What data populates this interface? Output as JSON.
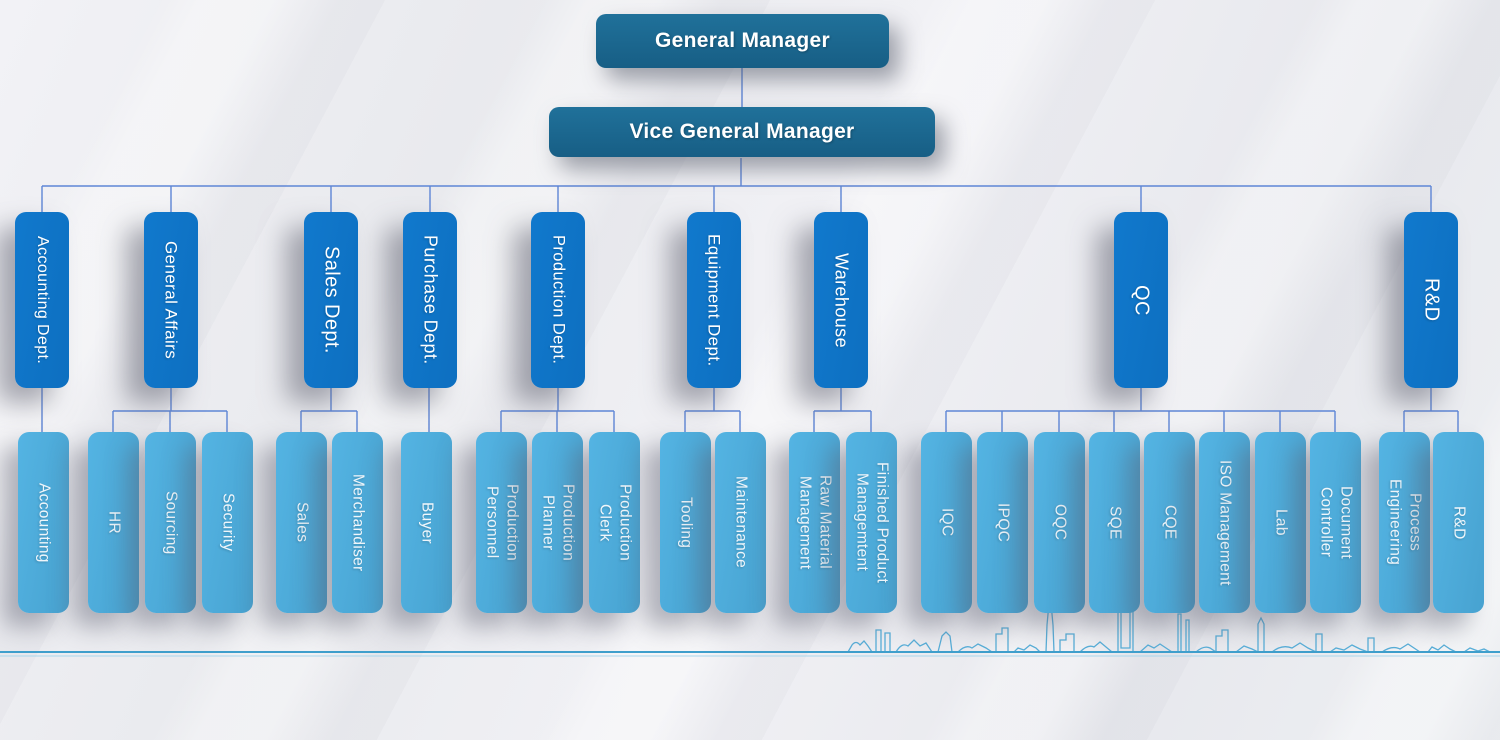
{
  "org": {
    "general_manager": {
      "label": "General Manager"
    },
    "vice_general_manager": {
      "label": "Vice General Manager"
    },
    "departments": [
      {
        "label": "Accounting Dept.",
        "children": [
          {
            "label": "Accounting"
          }
        ]
      },
      {
        "label": "General Affairs",
        "children": [
          {
            "label": "HR"
          },
          {
            "label": "Sourcing"
          },
          {
            "label": "Security"
          }
        ]
      },
      {
        "label": "Sales Dept.",
        "children": [
          {
            "label": "Sales"
          },
          {
            "label": "Merchandiser"
          }
        ]
      },
      {
        "label": "Purchase Dept.",
        "children": [
          {
            "label": "Buyer"
          }
        ]
      },
      {
        "label": "Production Dept.",
        "children": [
          {
            "label": "Production\nPersonnel"
          },
          {
            "label": "Production\nPlanner"
          },
          {
            "label": "Production\nClerk"
          }
        ]
      },
      {
        "label": "Equipment Dept.",
        "children": [
          {
            "label": "Tooling"
          },
          {
            "label": "Maintenance"
          }
        ]
      },
      {
        "label": "Warehouse",
        "children": [
          {
            "label": "Raw Material\nManagement"
          },
          {
            "label": "Finished Product\nManagemtent"
          }
        ]
      },
      {
        "label": "QC",
        "children": [
          {
            "label": "IQC"
          },
          {
            "label": "IPQC"
          },
          {
            "label": "OQC"
          },
          {
            "label": "SQE"
          },
          {
            "label": "CQE"
          },
          {
            "label": "ISO Management"
          },
          {
            "label": "Lab"
          },
          {
            "label": "Document\nController"
          }
        ]
      },
      {
        "label": "R&D",
        "children": [
          {
            "label": "Process\nEngineering"
          },
          {
            "label": "R&D"
          }
        ]
      }
    ],
    "colors": {
      "executive_box": "#1d6b92",
      "department_box": "#0f75c8",
      "team_box": "#4fb0e0",
      "connector_line": "#5e86d6",
      "baseline": "#3f9fcc",
      "skyline": "#58aed8"
    }
  }
}
